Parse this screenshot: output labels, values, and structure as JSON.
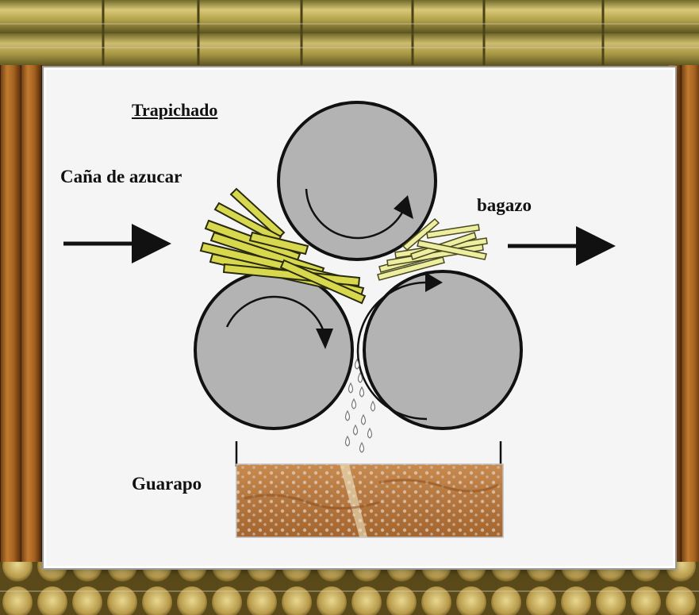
{
  "diagram": {
    "title": "Trapichado",
    "input_label": "Caña de azucar",
    "output_label": "bagazo",
    "liquid_label": "Guarapo"
  },
  "colors": {
    "roller_fill": "#b3b3b3",
    "roller_stroke": "#111111",
    "cane_fill": "#d8d84e",
    "bagasse_fill": "#eeeea0",
    "juice_fill": "#b8763e",
    "panel_bg": "#f5f5f5"
  }
}
